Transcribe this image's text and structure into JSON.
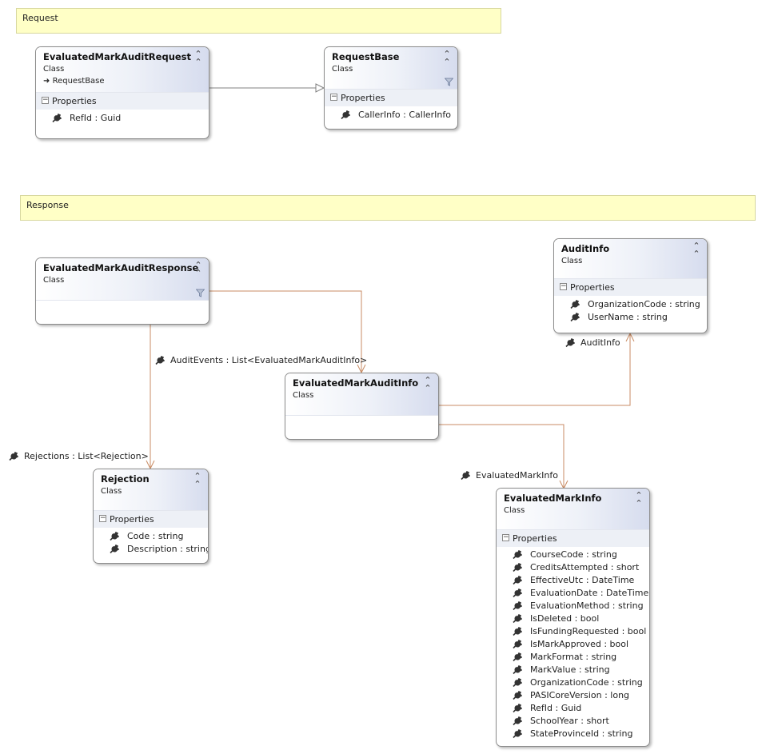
{
  "notes": {
    "request": "Request",
    "response": "Response"
  },
  "kind_label": "Class",
  "properties_label": "Properties",
  "classes": {
    "evaluated_mark_audit_request": {
      "name": "EvaluatedMarkAuditRequest",
      "base": "RequestBase",
      "properties": [
        "RefId : Guid"
      ]
    },
    "request_base": {
      "name": "RequestBase",
      "properties": [
        "CallerInfo : CallerInfo"
      ]
    },
    "evaluated_mark_audit_response": {
      "name": "EvaluatedMarkAuditResponse"
    },
    "audit_info": {
      "name": "AuditInfo",
      "properties": [
        "OrganizationCode : string",
        "UserName : string"
      ]
    },
    "evaluated_mark_audit_info": {
      "name": "EvaluatedMarkAuditInfo"
    },
    "rejection": {
      "name": "Rejection",
      "properties": [
        "Code : string",
        "Description : string"
      ]
    },
    "evaluated_mark_info": {
      "name": "EvaluatedMarkInfo",
      "properties": [
        "CourseCode : string",
        "CreditsAttempted : short",
        "EffectiveUtc : DateTime",
        "EvaluationDate : DateTime",
        "EvaluationMethod : string",
        "IsDeleted : bool",
        "IsFundingRequested : bool",
        "IsMarkApproved : bool",
        "MarkFormat : string",
        "MarkValue : string",
        "OrganizationCode : string",
        "PASICoreVersion : long",
        "RefId : Guid",
        "SchoolYear : short",
        "StateProvinceId : string"
      ]
    }
  },
  "associations": {
    "audit_events": "AuditEvents : List<EvaluatedMarkAuditInfo>",
    "rejections": "Rejections : List<Rejection>",
    "audit_info": "AuditInfo",
    "evaluated_mark_info": "EvaluatedMarkInfo"
  },
  "colors": {
    "note_fill": "#ffffc6",
    "association_line": "#c88b64",
    "inheritance_line": "#808080"
  }
}
